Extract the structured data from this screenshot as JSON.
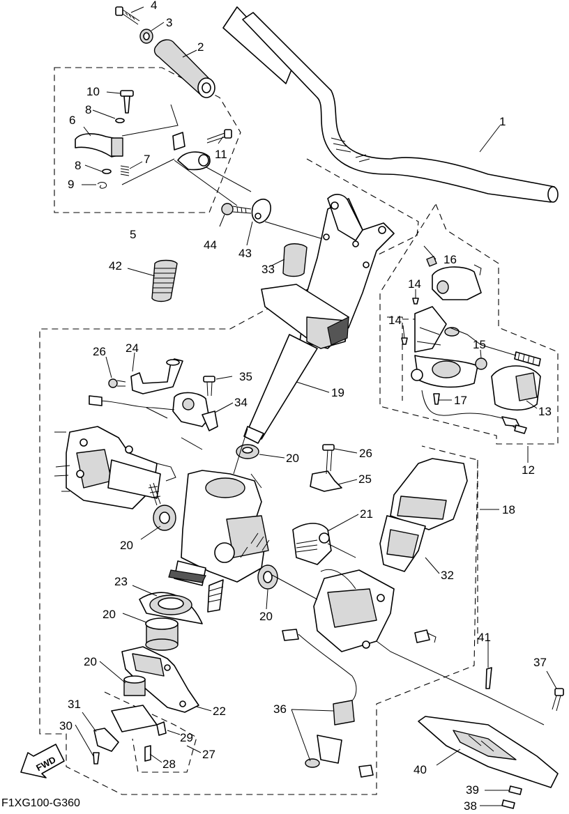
{
  "diagram_ref": "F1XG100-G360",
  "fwd_label": "FWD",
  "callouts": {
    "c1": "1",
    "c2": "2",
    "c3": "3",
    "c4": "4",
    "c5": "5",
    "c6": "6",
    "c7": "7",
    "c8a": "8",
    "c8b": "8",
    "c9": "9",
    "c10": "10",
    "c11": "11",
    "c12": "12",
    "c13": "13",
    "c14a": "14",
    "c14b": "14",
    "c15": "15",
    "c16": "16",
    "c17": "17",
    "c18": "18",
    "c19": "19",
    "c20a": "20",
    "c20b": "20",
    "c20c": "20",
    "c20d": "20",
    "c20e": "20",
    "c21": "21",
    "c22": "22",
    "c23": "23",
    "c24": "24",
    "c25": "25",
    "c26a": "26",
    "c26b": "26",
    "c27": "27",
    "c28": "28",
    "c29": "29",
    "c30": "30",
    "c31": "31",
    "c32": "32",
    "c33": "33",
    "c34": "34",
    "c35": "35",
    "c36": "36",
    "c37": "37",
    "c38": "38",
    "c39": "39",
    "c40": "40",
    "c41": "41",
    "c42": "42",
    "c43": "43",
    "c44": "44"
  }
}
